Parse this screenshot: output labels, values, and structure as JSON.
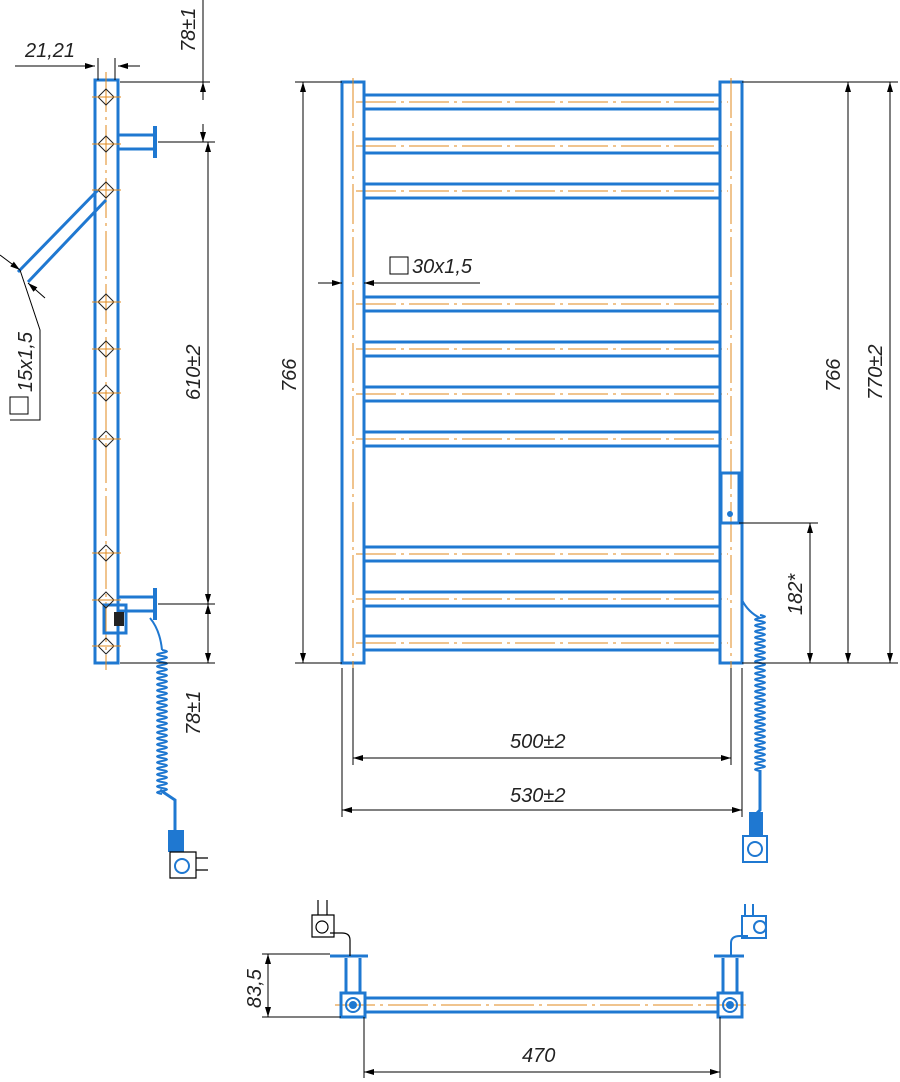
{
  "colors": {
    "tube": "#1f78d1",
    "centerline": "#e08a1e",
    "dimension": "#000000"
  },
  "side_view": {
    "width_dim": "21,21",
    "top_offset": "78±1",
    "mount_spacing": "610±2",
    "bottom_offset": "78±1",
    "arm_profile": "15x1,5"
  },
  "front_view": {
    "height_left": "766",
    "profile": "30x1,5",
    "height_right": "766",
    "overall_height": "770±2",
    "cable_height": "182*",
    "inner_width": "500±2",
    "overall_width": "530±2"
  },
  "top_view": {
    "depth": "83,5",
    "mount_width": "470"
  }
}
